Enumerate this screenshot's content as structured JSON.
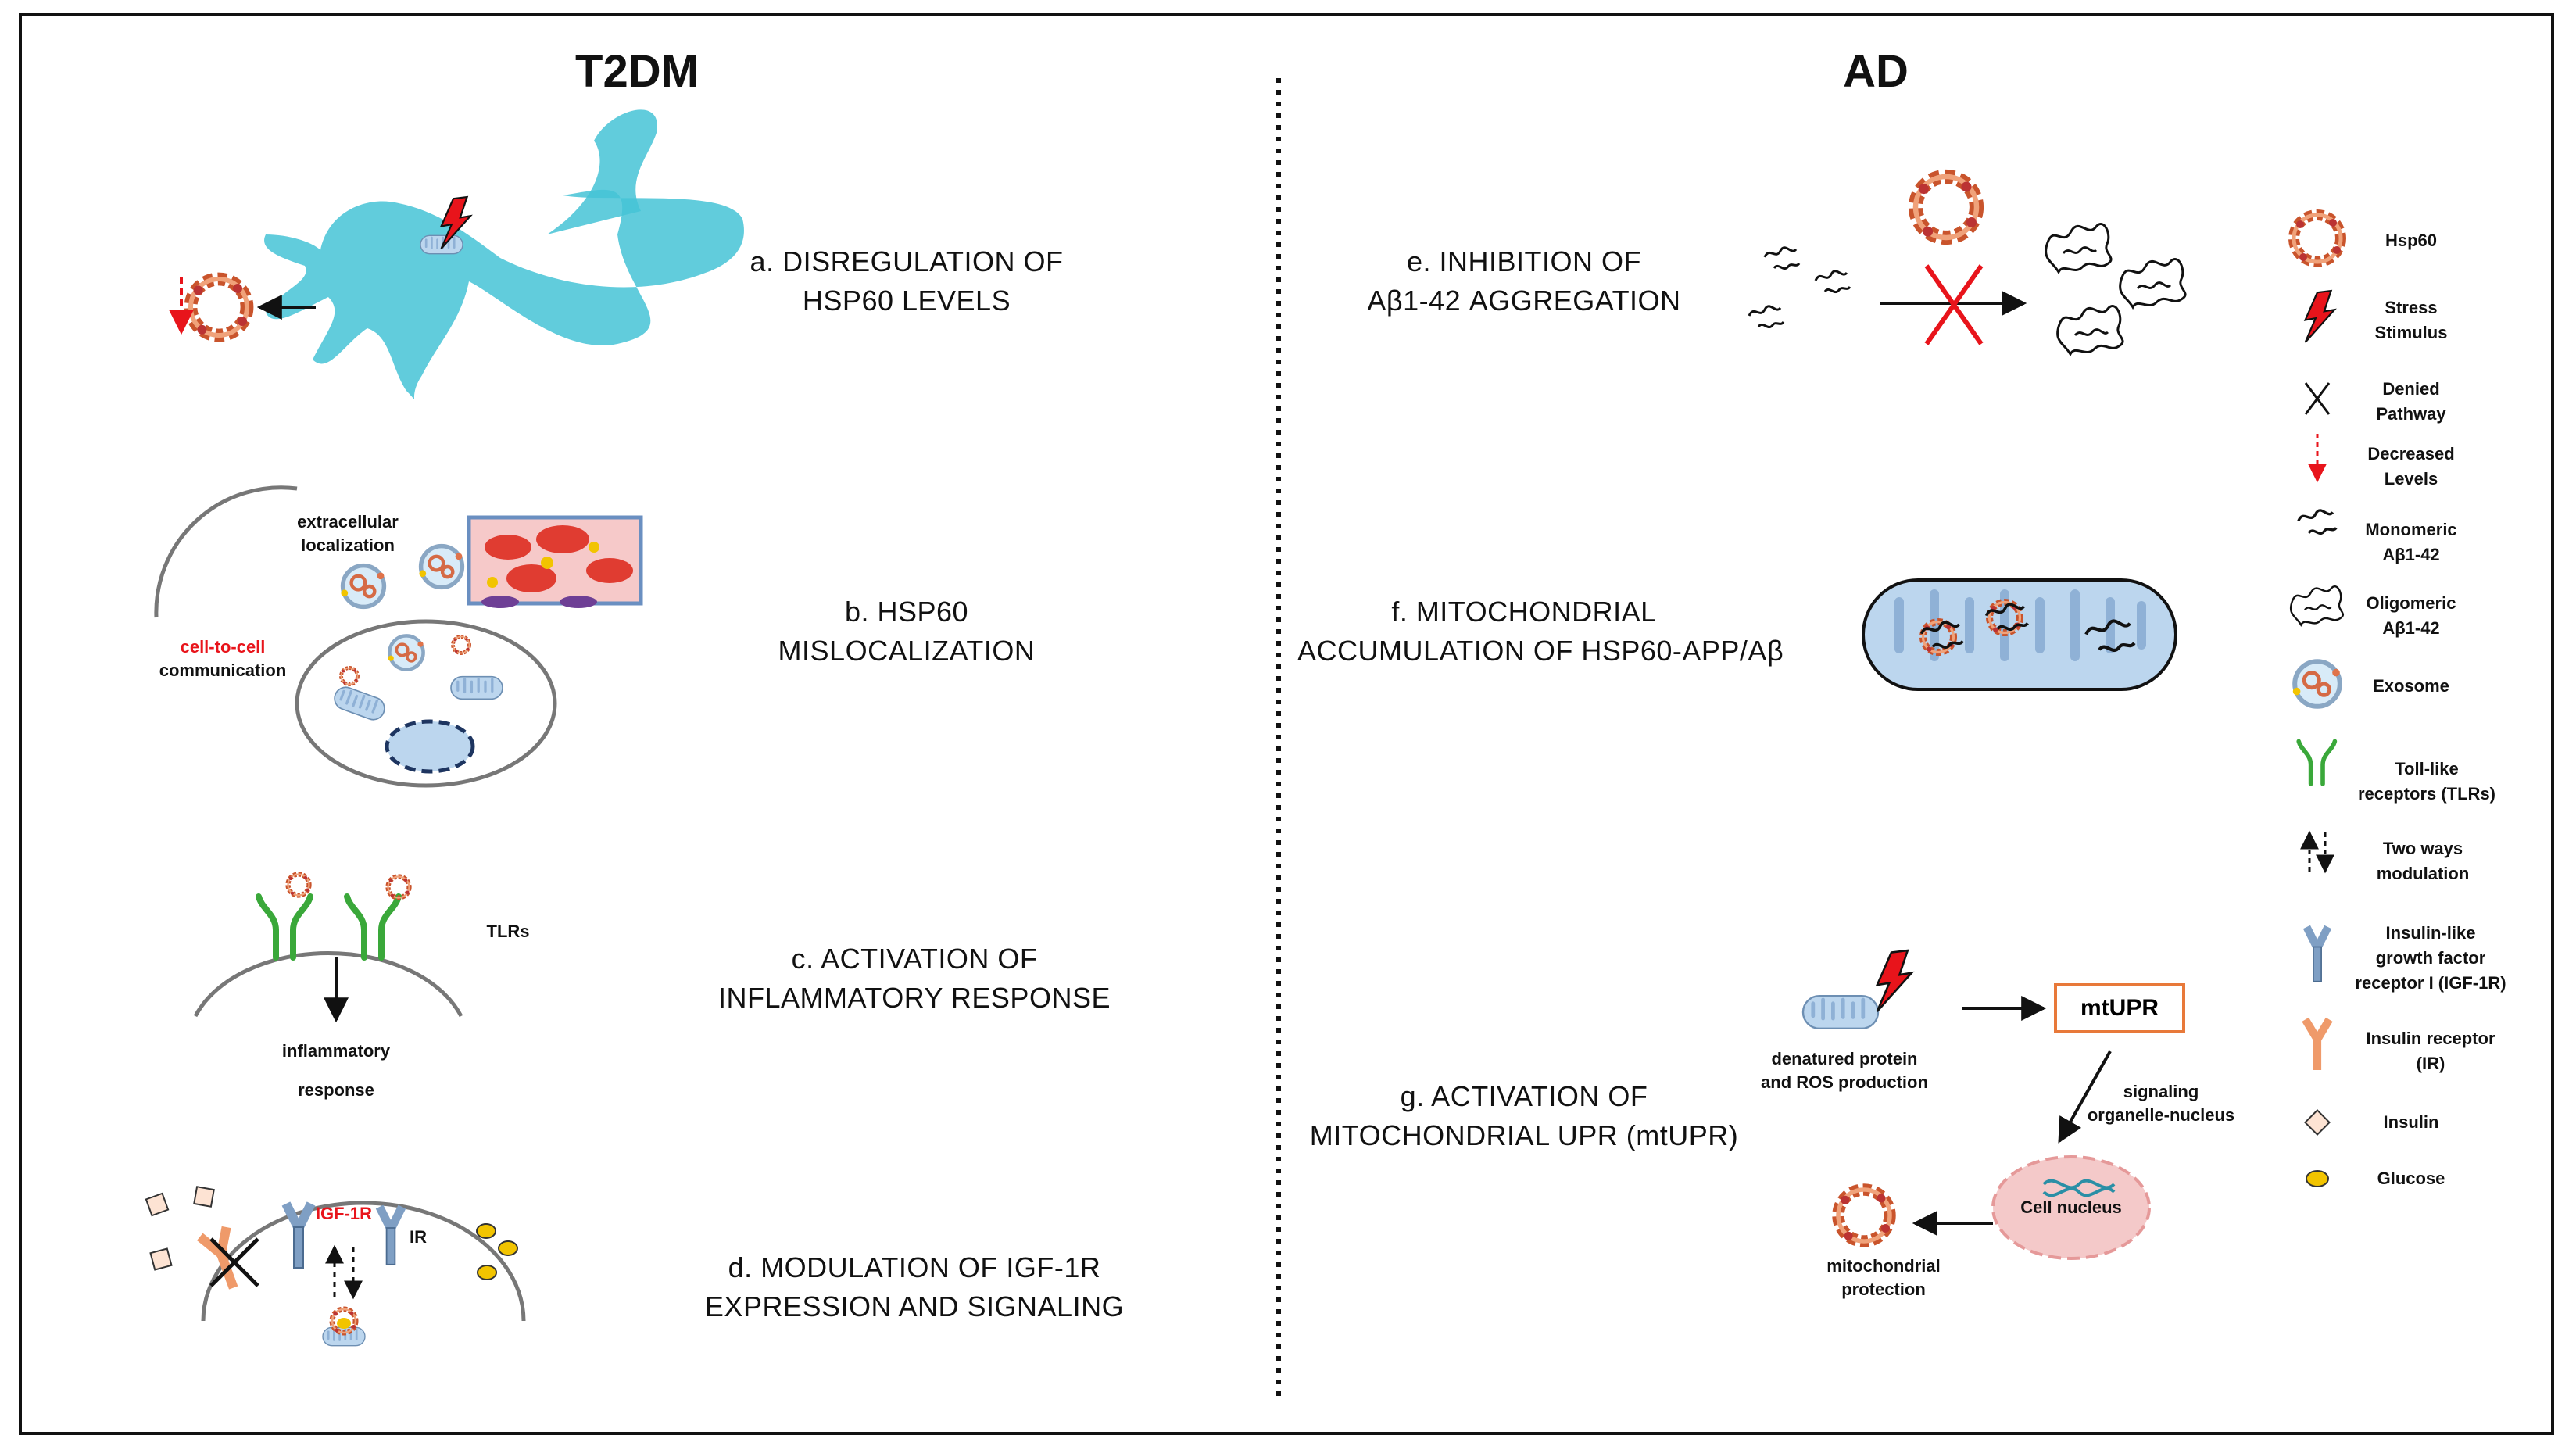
{
  "headings": {
    "left": "T2DM",
    "right": "AD"
  },
  "steps": {
    "a": [
      "a. DISREGULATION OF",
      "HSP60 LEVELS"
    ],
    "b": [
      "b. HSP60",
      "MISLOCALIZATION"
    ],
    "c": [
      "c. ACTIVATION OF",
      "INFLAMMATORY RESPONSE"
    ],
    "d": [
      "d. MODULATION OF IGF-1R",
      "EXPRESSION AND SIGNALING"
    ],
    "e": [
      "e. INHIBITION OF",
      "Aβ1-42 AGGREGATION"
    ],
    "f": [
      "f. MITOCHONDRIAL",
      "ACCUMULATION OF HSP60-APP/Aβ"
    ],
    "g": [
      "g. ACTIVATION OF",
      "MITOCHONDRIAL UPR (mtUPR)"
    ]
  },
  "labels": {
    "extracellular": [
      "extracellular",
      "localization"
    ],
    "cell_to_cell": "cell-to-cell",
    "communication": "communication",
    "tlrs": "TLRs",
    "inflammatory": [
      "inflammatory",
      "response"
    ],
    "igf1r": "IGF-1R",
    "ir": "IR",
    "denatured": [
      "denatured protein",
      "and ROS production"
    ],
    "mtupr": "mtUPR",
    "signaling": [
      "signaling",
      "organelle-nucleus"
    ],
    "nucleus": "Cell nucleus",
    "protection": [
      "mitochondrial",
      "protection"
    ]
  },
  "legend": [
    {
      "icon": "hsp60-icon",
      "text": [
        "Hsp60"
      ]
    },
    {
      "icon": "stress-stimulus-icon",
      "text": [
        "Stress",
        "Stimulus"
      ]
    },
    {
      "icon": "denied-pathway-icon",
      "text": [
        "Denied",
        "Pathway"
      ]
    },
    {
      "icon": "decreased-levels-icon",
      "text": [
        "Decreased",
        "Levels"
      ]
    },
    {
      "icon": "monomeric-abeta-icon",
      "text": [
        "Monomeric",
        "Aβ1-42"
      ]
    },
    {
      "icon": "oligomeric-abeta-icon",
      "text": [
        "Oligomeric",
        "Aβ1-42"
      ]
    },
    {
      "icon": "exosome-icon",
      "text": [
        "Exosome"
      ]
    },
    {
      "icon": "tlr-icon",
      "text": [
        "Toll-like",
        "receptors (TLRs)"
      ]
    },
    {
      "icon": "two-ways-icon",
      "text": [
        "Two ways",
        "modulation"
      ]
    },
    {
      "icon": "igf1r-icon",
      "text": [
        "Insulin-like",
        "growth factor",
        "receptor I (IGF-1R)"
      ]
    },
    {
      "icon": "insulin-receptor-icon",
      "text": [
        "Insulin receptor",
        "(IR)"
      ]
    },
    {
      "icon": "insulin-icon",
      "text": [
        "Insulin"
      ]
    },
    {
      "icon": "glucose-icon",
      "text": [
        "Glucose"
      ]
    }
  ],
  "colors": {
    "hsp60": "#e0734a",
    "stress": "#e8141b",
    "neuron": "#45c3d6",
    "mito": "#a9cbe8",
    "tlr": "#3aa83a",
    "igf1r": "#7f9fc4",
    "ir": "#ef9a6a",
    "mtupr_box": "#e8793a",
    "nucleus": "#f4c9c9",
    "glucose": "#f2c400"
  }
}
